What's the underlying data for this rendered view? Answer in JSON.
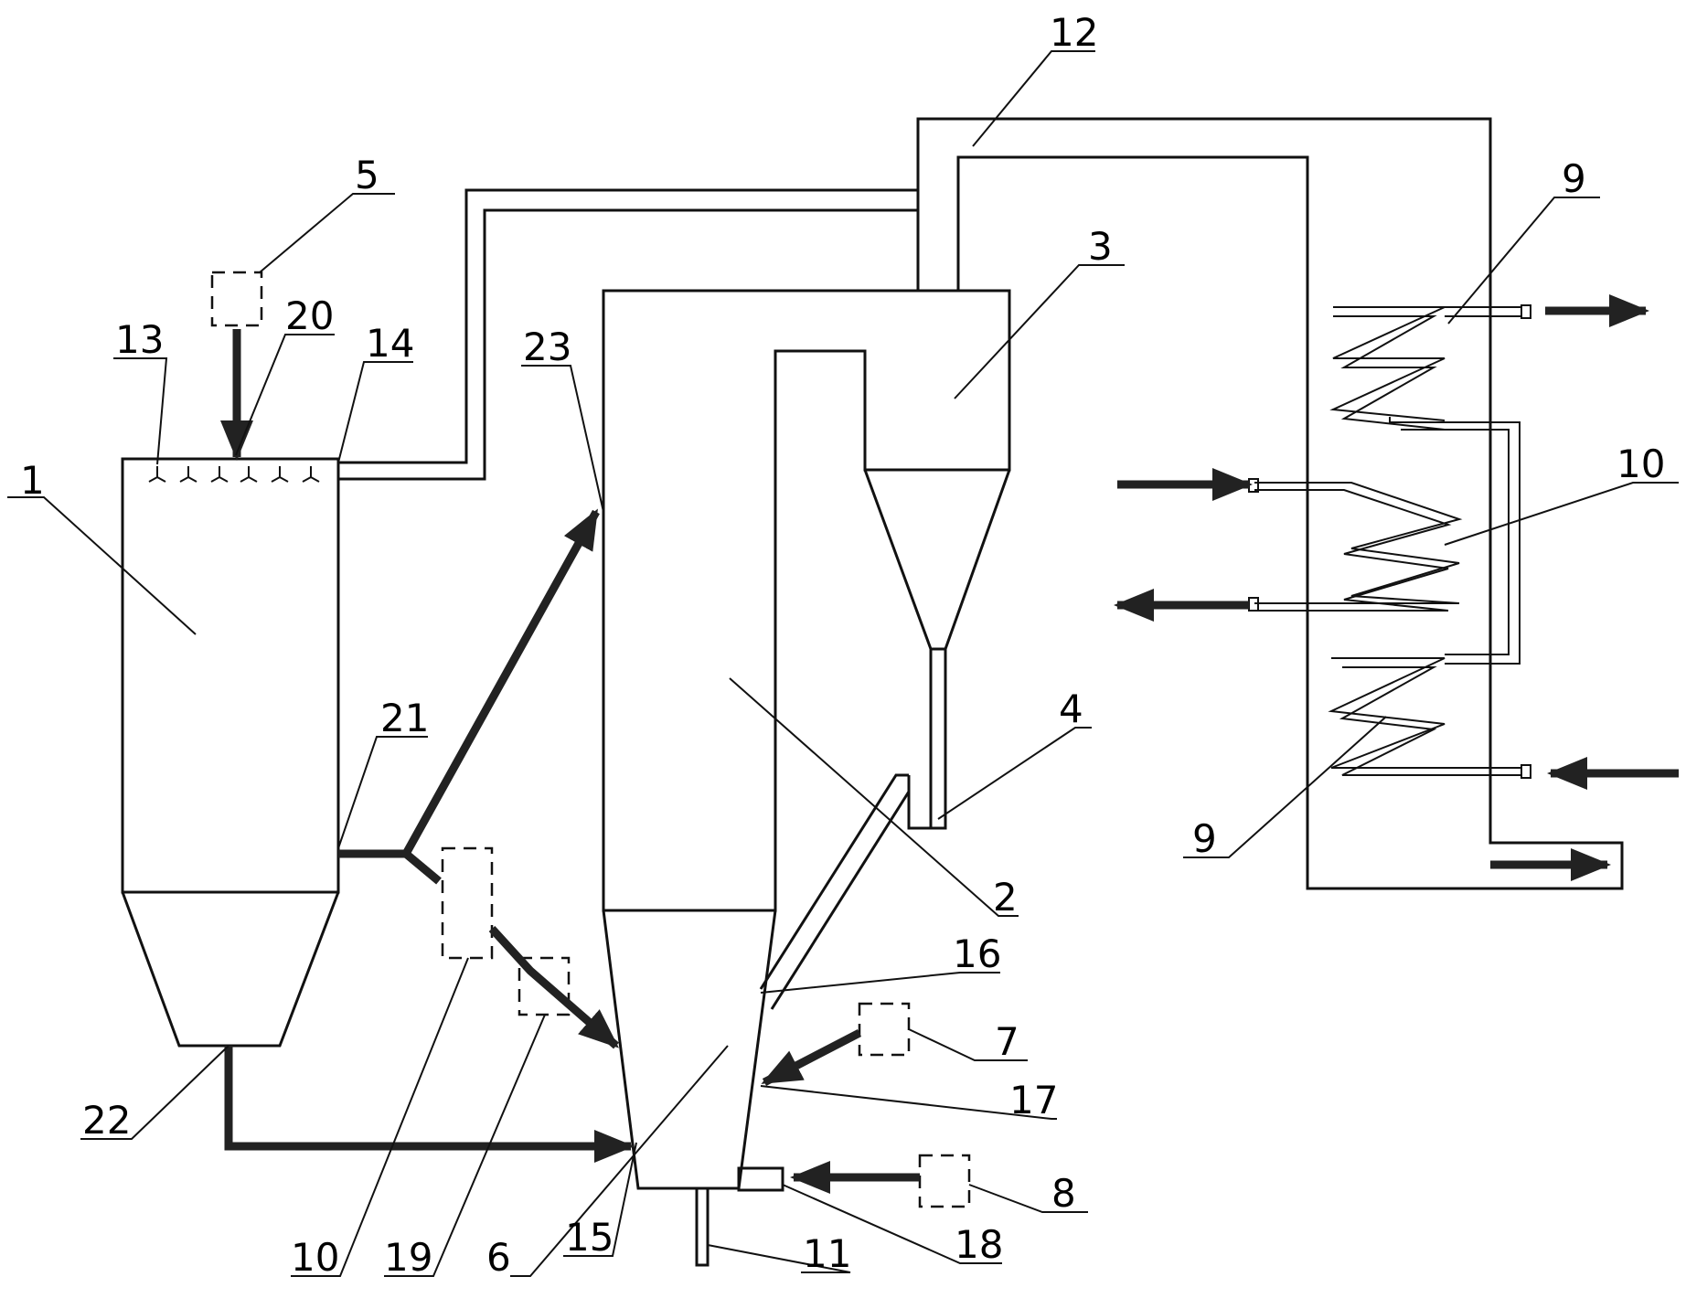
{
  "labels": {
    "l1": "1",
    "l2": "2",
    "l3": "3",
    "l4": "4",
    "l5": "5",
    "l6": "6",
    "l7": "7",
    "l8": "8",
    "l9a": "9",
    "l9b": "9",
    "l10a": "10",
    "l10b": "10",
    "l11": "11",
    "l12": "12",
    "l13": "13",
    "l14": "14",
    "l15": "15",
    "l16": "16",
    "l17": "17",
    "l18": "18",
    "l19": "19",
    "l20": "20",
    "l21": "21",
    "l22": "22",
    "l23": "23"
  }
}
